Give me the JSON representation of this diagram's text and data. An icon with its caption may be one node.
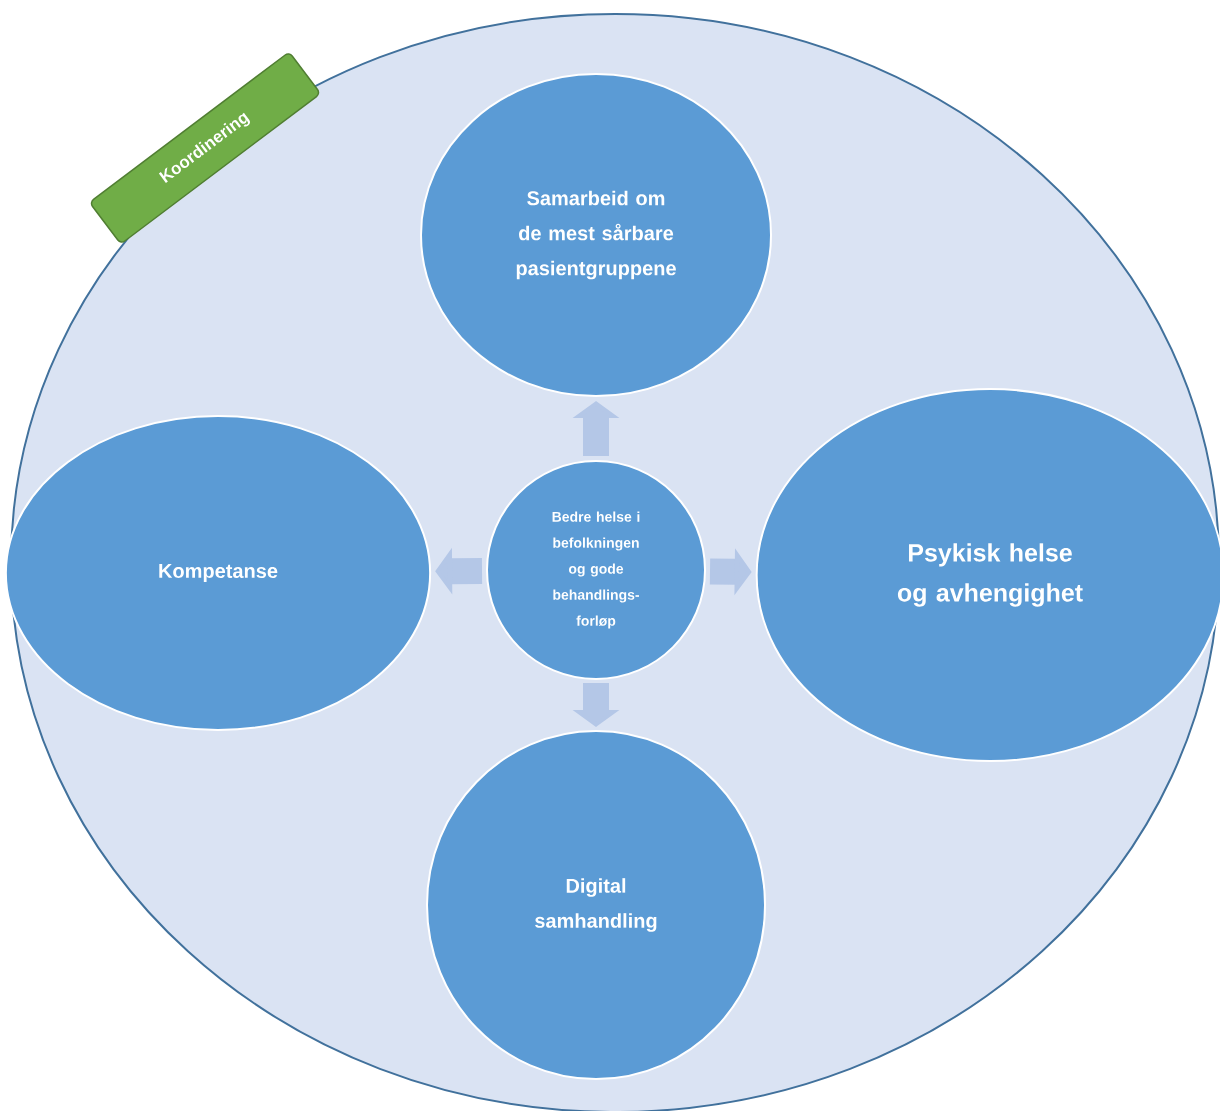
{
  "diagram": {
    "nodes": [
      {
        "text": [],
        "shape": "circle"
      },
      {
        "text": [
          "Koordinering"
        ]
      },
      {
        "text": [
          "Samarbeid om de mest sårbare pasientgruppene"
        ],
        "in": 0
      },
      {
        "text": [
          "Kompetanse"
        ],
        "in": 0
      },
      {
        "text": [
          "Bedre helse i befolkningen og gode behandlings-forløp"
        ],
        "in": 0
      },
      {
        "text": [
          "Psykisk helse og avhengighet"
        ],
        "in": 0
      },
      {
        "text": [
          "Digital samhandling"
        ],
        "in": 0
      }
    ],
    "edges": [
      {
        "from": 4,
        "to": 2,
        "arrow": "to"
      },
      {
        "from": 4,
        "to": 3,
        "arrow": "to"
      },
      {
        "from": 4,
        "to": 5,
        "arrow": "to"
      },
      {
        "from": 4,
        "to": 6,
        "arrow": "to"
      }
    ]
  }
}
